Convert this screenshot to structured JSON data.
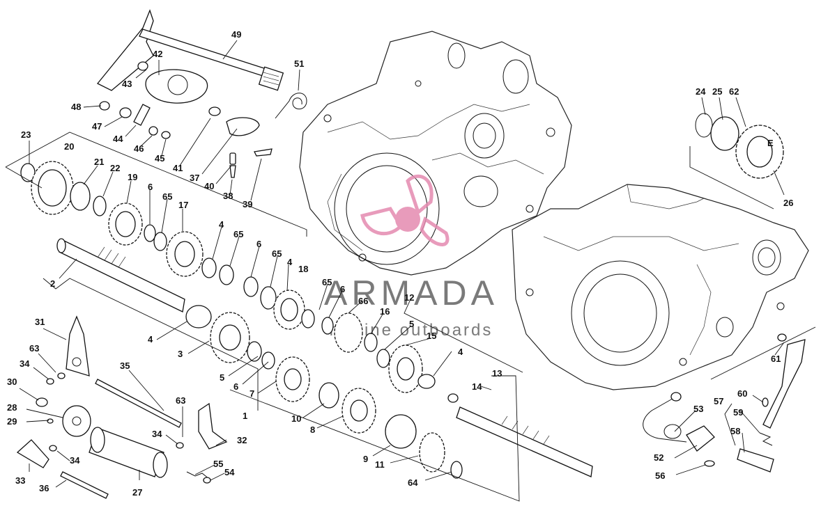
{
  "watermark": {
    "title": "ARMADA",
    "subtitle": "marine outboards",
    "logo_color": "#e48ab0"
  },
  "callouts": [
    {
      "id": "c49",
      "text": "49"
    },
    {
      "id": "c42",
      "text": "42"
    },
    {
      "id": "c43",
      "text": "43"
    },
    {
      "id": "c51",
      "text": "51"
    },
    {
      "id": "c48",
      "text": "48"
    },
    {
      "id": "c47",
      "text": "47"
    },
    {
      "id": "c44",
      "text": "44"
    },
    {
      "id": "c46",
      "text": "46"
    },
    {
      "id": "c45",
      "text": "45"
    },
    {
      "id": "c41",
      "text": "41"
    },
    {
      "id": "c37",
      "text": "37"
    },
    {
      "id": "c40",
      "text": "40"
    },
    {
      "id": "c38",
      "text": "38"
    },
    {
      "id": "c39",
      "text": "39"
    },
    {
      "id": "c23",
      "text": "23"
    },
    {
      "id": "c20",
      "text": "20"
    },
    {
      "id": "c21",
      "text": "21"
    },
    {
      "id": "c22",
      "text": "22"
    },
    {
      "id": "c19",
      "text": "19"
    },
    {
      "id": "c6a",
      "text": "6"
    },
    {
      "id": "c65a",
      "text": "65"
    },
    {
      "id": "c17",
      "text": "17"
    },
    {
      "id": "c4a",
      "text": "4"
    },
    {
      "id": "c65b",
      "text": "65"
    },
    {
      "id": "c6b",
      "text": "6"
    },
    {
      "id": "c65c",
      "text": "65"
    },
    {
      "id": "c4b",
      "text": "4"
    },
    {
      "id": "c18",
      "text": "18"
    },
    {
      "id": "c65d",
      "text": "65"
    },
    {
      "id": "c6c",
      "text": "6"
    },
    {
      "id": "c66",
      "text": "66"
    },
    {
      "id": "c12",
      "text": "12"
    },
    {
      "id": "c16",
      "text": "16"
    },
    {
      "id": "c5a",
      "text": "5"
    },
    {
      "id": "c15",
      "text": "15"
    },
    {
      "id": "c2",
      "text": "2"
    },
    {
      "id": "c4c",
      "text": "4"
    },
    {
      "id": "c3",
      "text": "3"
    },
    {
      "id": "c5b",
      "text": "5"
    },
    {
      "id": "c6d",
      "text": "6"
    },
    {
      "id": "c7",
      "text": "7"
    },
    {
      "id": "c1",
      "text": "1"
    },
    {
      "id": "c10",
      "text": "10"
    },
    {
      "id": "c8",
      "text": "8"
    },
    {
      "id": "c4d",
      "text": "4"
    },
    {
      "id": "c14",
      "text": "14"
    },
    {
      "id": "c13",
      "text": "13"
    },
    {
      "id": "c9",
      "text": "9"
    },
    {
      "id": "c11",
      "text": "11"
    },
    {
      "id": "c64",
      "text": "64"
    },
    {
      "id": "c31",
      "text": "31"
    },
    {
      "id": "c63a",
      "text": "63"
    },
    {
      "id": "c34a",
      "text": "34"
    },
    {
      "id": "c35",
      "text": "35"
    },
    {
      "id": "c30",
      "text": "30"
    },
    {
      "id": "c28",
      "text": "28"
    },
    {
      "id": "c29",
      "text": "29"
    },
    {
      "id": "c63b",
      "text": "63"
    },
    {
      "id": "c34b",
      "text": "34"
    },
    {
      "id": "c32",
      "text": "32"
    },
    {
      "id": "c34c",
      "text": "34"
    },
    {
      "id": "c33",
      "text": "33"
    },
    {
      "id": "c36",
      "text": "36"
    },
    {
      "id": "c27",
      "text": "27"
    },
    {
      "id": "c55",
      "text": "55"
    },
    {
      "id": "c54",
      "text": "54"
    },
    {
      "id": "c24",
      "text": "24"
    },
    {
      "id": "c25",
      "text": "25"
    },
    {
      "id": "c62",
      "text": "62"
    },
    {
      "id": "c26",
      "text": "26"
    },
    {
      "id": "c61",
      "text": "61"
    },
    {
      "id": "c60",
      "text": "60"
    },
    {
      "id": "c57",
      "text": "57"
    },
    {
      "id": "c59",
      "text": "59"
    },
    {
      "id": "c53",
      "text": "53"
    },
    {
      "id": "c58",
      "text": "58"
    },
    {
      "id": "c52",
      "text": "52"
    },
    {
      "id": "c56",
      "text": "56"
    }
  ],
  "gear_marking": "E"
}
